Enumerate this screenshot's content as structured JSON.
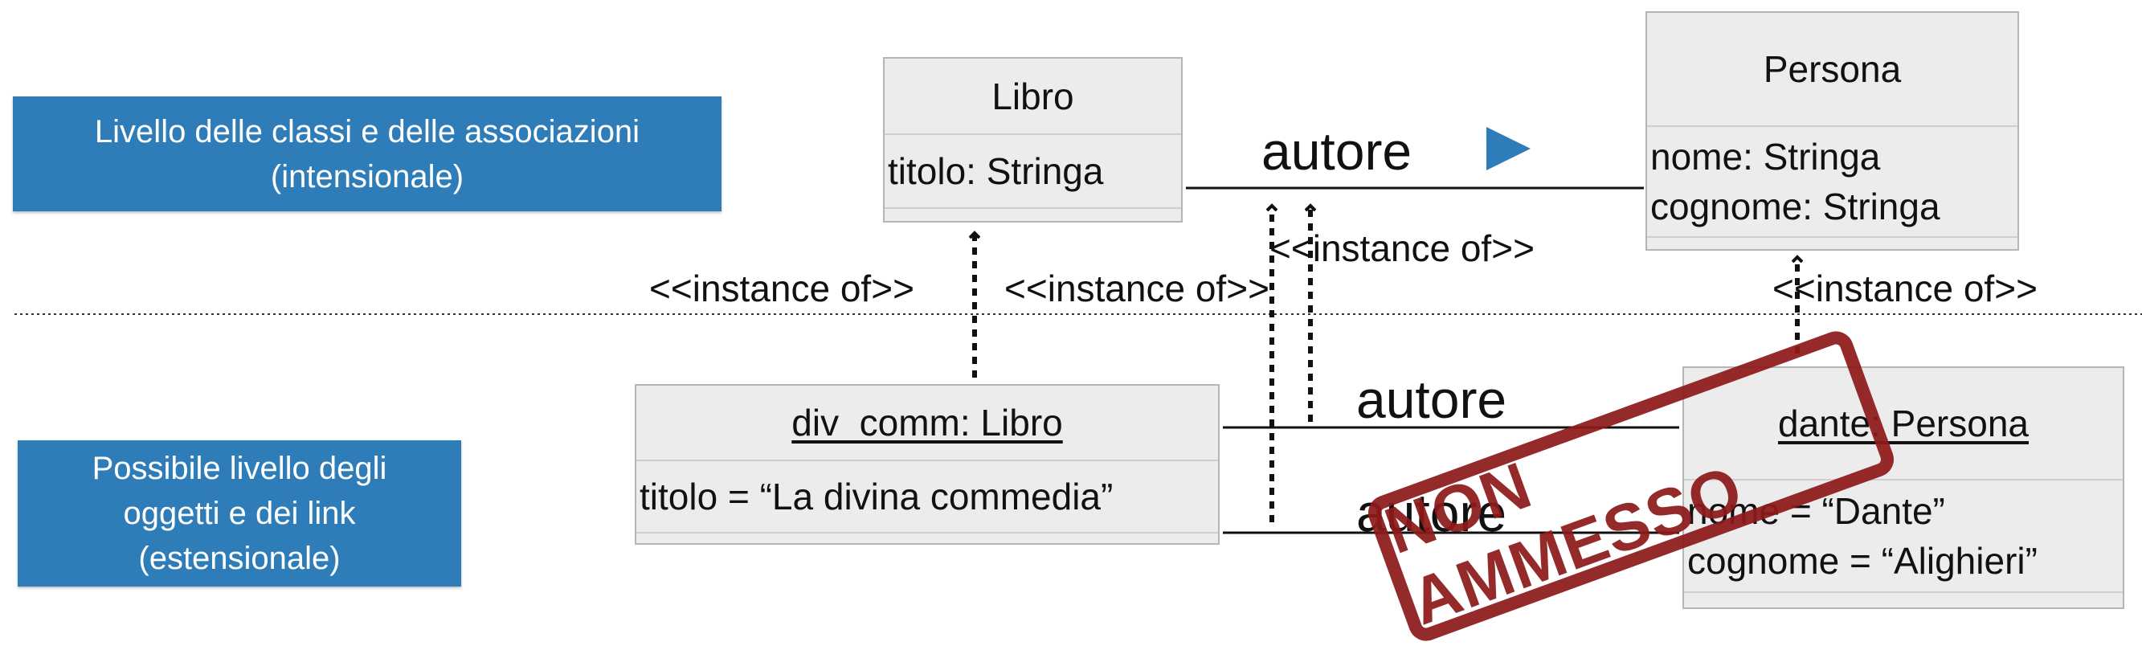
{
  "levels": {
    "classes": {
      "line1": "Livello delle classi e delle associazioni",
      "line2": "(intensionale)"
    },
    "objects": {
      "line1": "Possibile livello degli",
      "line2": "oggetti e dei link",
      "line3": "(estensionale)"
    }
  },
  "classes": {
    "libro": {
      "name": "Libro",
      "attrs": [
        "titolo: Stringa"
      ]
    },
    "persona": {
      "name": "Persona",
      "attrs": [
        "nome: Stringa",
        "cognome: Stringa"
      ]
    }
  },
  "objects": {
    "divcomm": {
      "name": "div_comm: Libro",
      "attrs": [
        "titolo = “La divina commedia”"
      ]
    },
    "dante": {
      "name": "dante: Persona",
      "attrs": [
        "nome = “Dante”",
        "cognome = “Alighieri”"
      ]
    }
  },
  "associations": {
    "class_assoc": "autore",
    "link1": "autore",
    "link2": "autore"
  },
  "instance_of_labels": {
    "libro": "<<instance of>>",
    "link_left": "<<instance of>>",
    "link_right": "<<instance of>>",
    "persona": "<<instance of>>"
  },
  "stamp": {
    "text": "NON AMMESSO"
  },
  "colors": {
    "level_box": "#2f7db8",
    "direction_arrow": "#2f7db8",
    "stamp": "#8e1a1a"
  }
}
